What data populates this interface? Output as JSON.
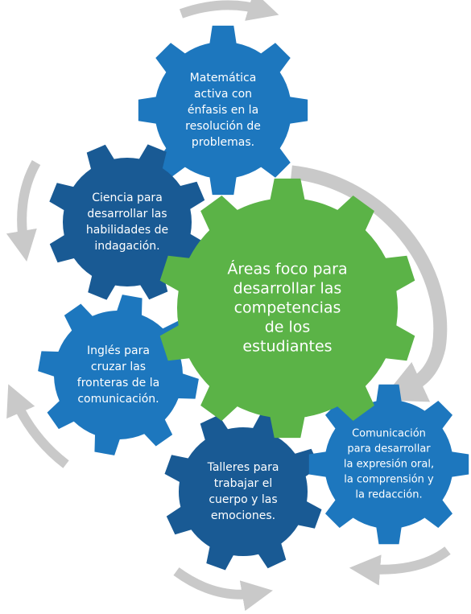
{
  "colors": {
    "center": "#5bb347",
    "light_blue": "#1d77be",
    "dark_blue": "#195a94",
    "arrows": "#c9c9c9",
    "text": "#ffffff"
  },
  "center_gear": {
    "lines": [
      "Áreas foco para",
      "desarrollar las",
      "competencias",
      "de los",
      "estudiantes"
    ]
  },
  "gears": [
    {
      "id": "matematica",
      "lines": [
        "Matemática",
        "activa con",
        "énfasis en la",
        "resolución de",
        "problemas."
      ]
    },
    {
      "id": "ciencia",
      "lines": [
        "Ciencia para",
        "desarrollar las",
        "habilidades de",
        "indagación."
      ]
    },
    {
      "id": "ingles",
      "lines": [
        "Inglés para",
        "cruzar las",
        "fronteras de la",
        "comunicación."
      ]
    },
    {
      "id": "talleres",
      "lines": [
        "Talleres para",
        "trabajar el",
        "cuerpo y las",
        "emociones."
      ]
    },
    {
      "id": "comunicacion",
      "lines": [
        "Comunicación",
        "para desarrollar",
        "la expresión oral,",
        "la comprensión y",
        "la redacción."
      ]
    }
  ],
  "arrow_icons": [
    "cycle-arrow-icon"
  ]
}
